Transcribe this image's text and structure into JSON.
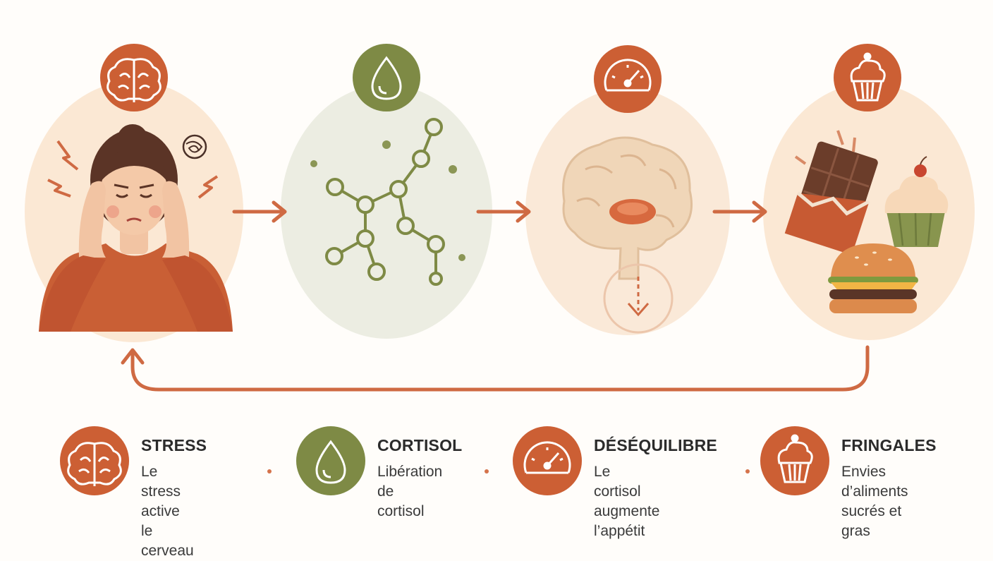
{
  "colors": {
    "orange": "#cc5f34",
    "olive": "#7e8a45",
    "peach_bg": "#fbe8d4",
    "sage_bg": "#ecede2",
    "arrow": "#cf6a43"
  },
  "steps": [
    {
      "title": "STRESS",
      "description": "Le stress active\nle cerveau",
      "icon": "brain-icon",
      "scene": "stressed-woman-illustration"
    },
    {
      "title": "CORTISOL",
      "description": "Libération de\ncortisol",
      "icon": "drop-icon",
      "scene": "cortisol-molecule-illustration"
    },
    {
      "title": "DÉSÉQUILIBRE",
      "description": "Le cortisol augmente\nl’appétit",
      "icon": "gauge-icon",
      "scene": "brain-hypothalamus-illustration"
    },
    {
      "title": "FRINGALES",
      "description": "Envies d’aliments\nsucrés et gras",
      "icon": "cupcake-icon",
      "scene": "junk-food-illustration"
    }
  ],
  "cycle": "feedback-loop-arrow"
}
